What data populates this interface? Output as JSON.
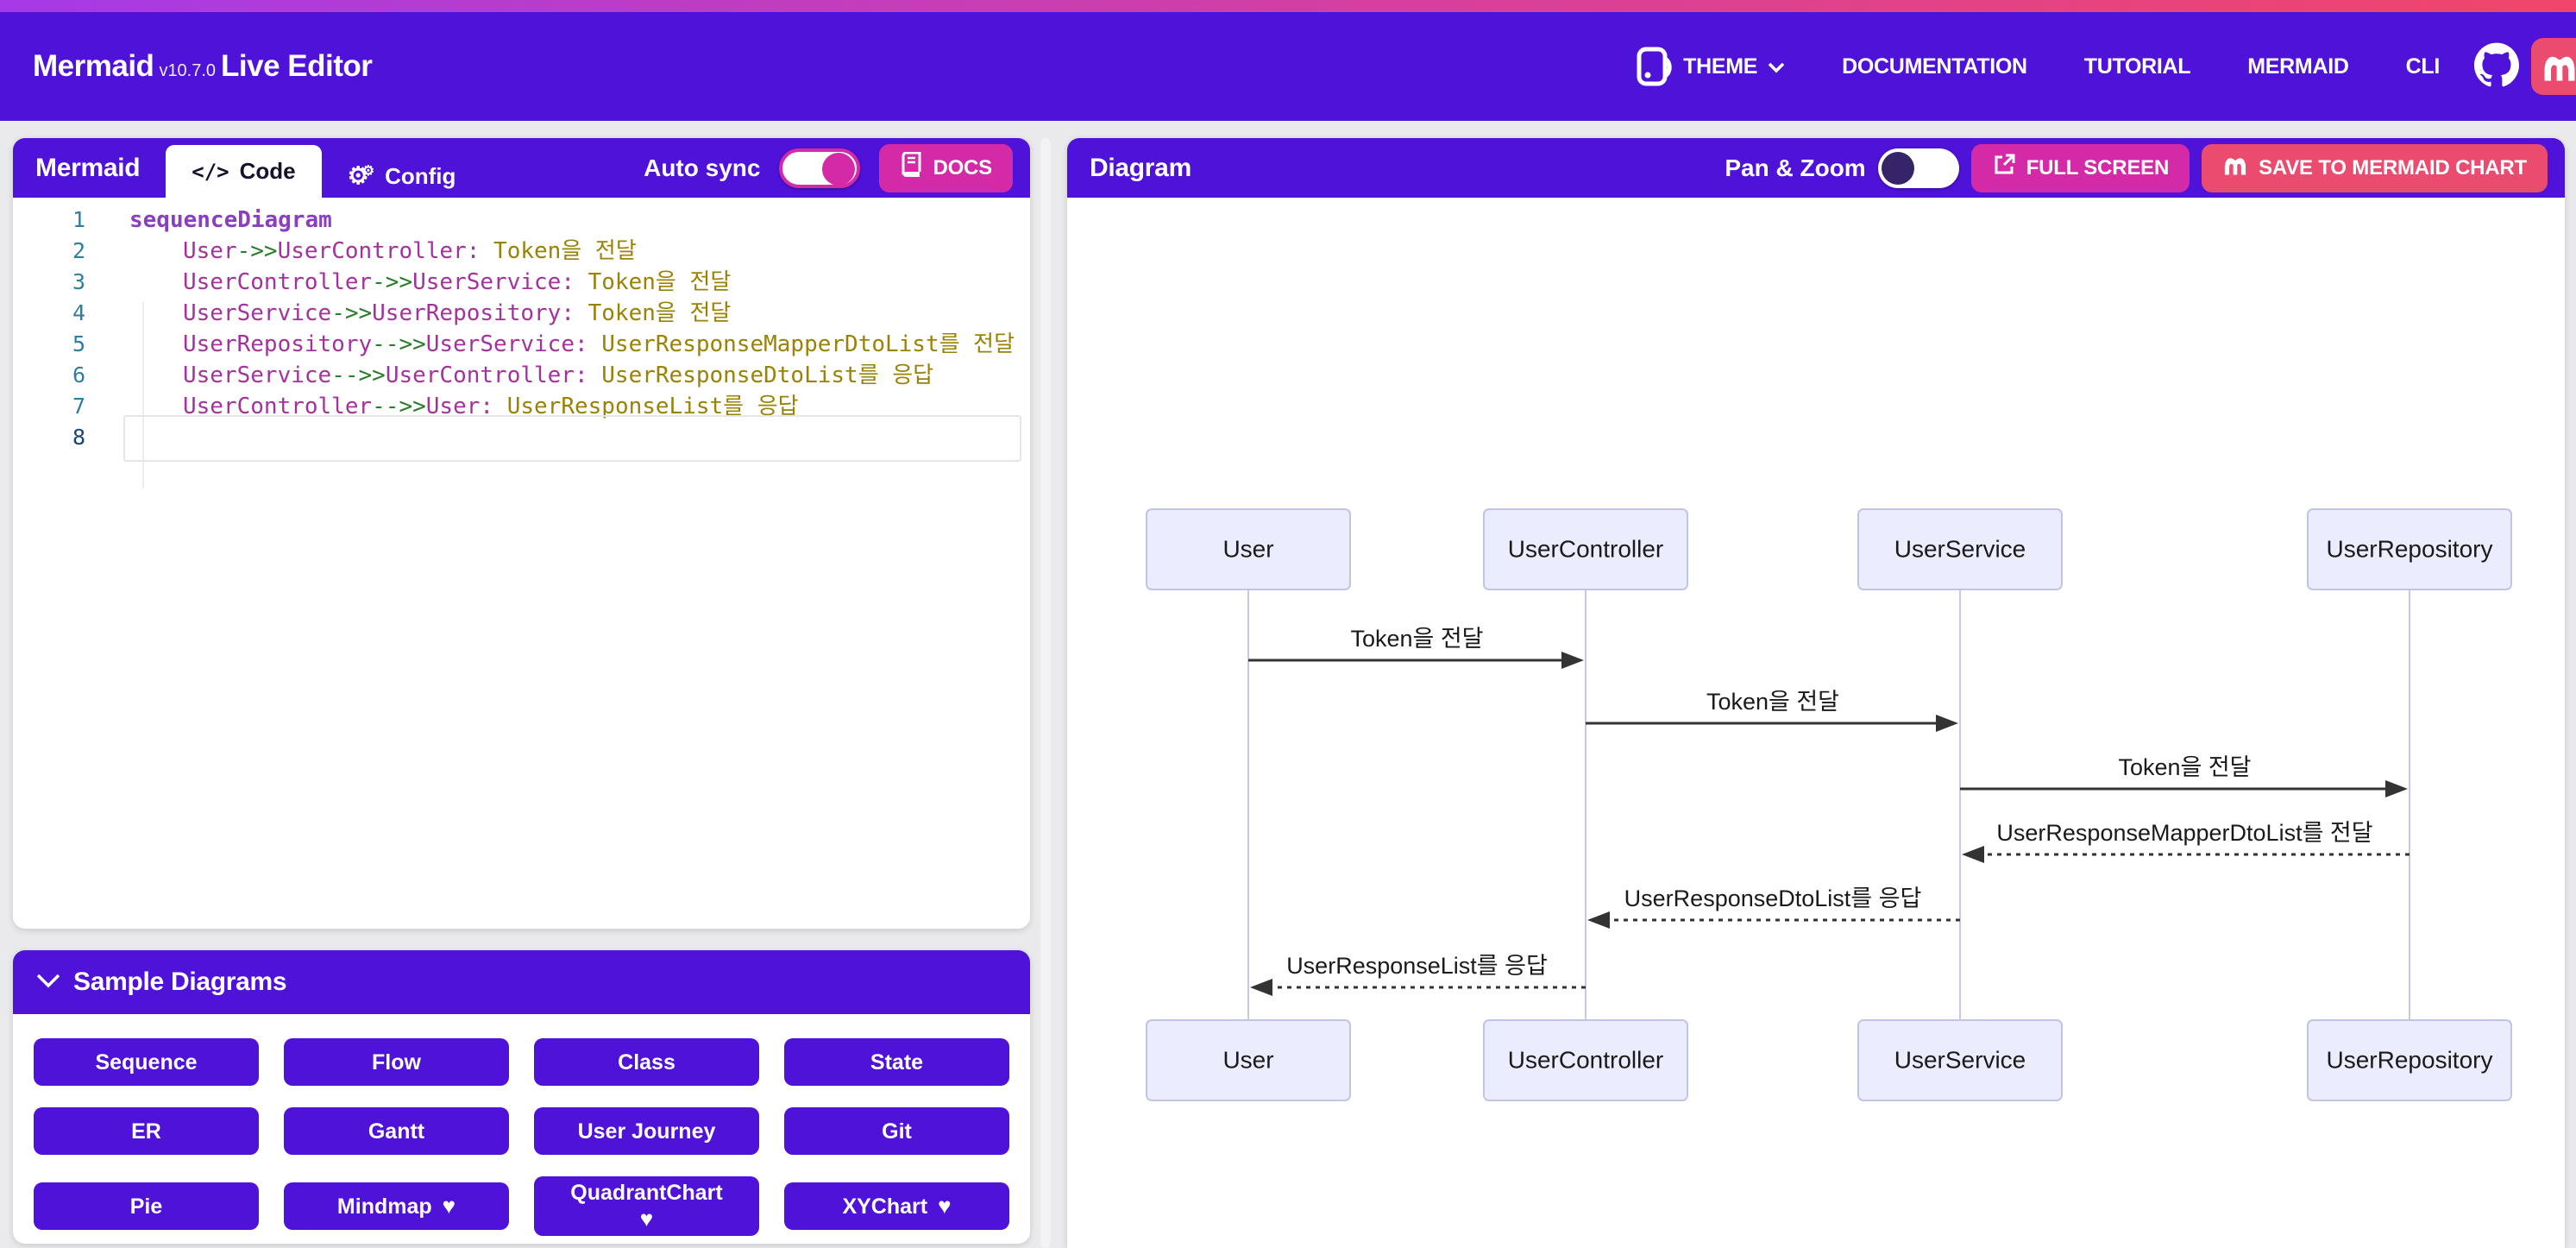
{
  "navbar": {
    "brand": {
      "name": "Mermaid",
      "version": "v10.7.0",
      "suffix": "Live Editor"
    },
    "links": [
      {
        "label": "THEME"
      },
      {
        "label": "DOCUMENTATION"
      },
      {
        "label": "TUTORIAL"
      },
      {
        "label": "MERMAID"
      },
      {
        "label": "CLI"
      }
    ]
  },
  "editor_panel": {
    "title": "Mermaid",
    "tabs": [
      {
        "label": "Code"
      },
      {
        "label": "Config"
      }
    ],
    "auto_sync": {
      "label": "Auto sync",
      "enabled": true
    },
    "docs_button_label": "DOCS",
    "code_lines": [
      {
        "num": 1,
        "indent": false,
        "current": false,
        "tokens": [
          {
            "type": "keyword",
            "text": "sequenceDiagram"
          }
        ]
      },
      {
        "num": 2,
        "indent": true,
        "current": false,
        "tokens": [
          {
            "type": "actor",
            "text": "User"
          },
          {
            "type": "arrow",
            "text": "->>"
          },
          {
            "type": "actor",
            "text": "UserController"
          },
          {
            "type": "punct",
            "text": ":"
          },
          {
            "type": "message",
            "text": " Token을 전달"
          }
        ]
      },
      {
        "num": 3,
        "indent": true,
        "current": false,
        "tokens": [
          {
            "type": "actor",
            "text": "UserController"
          },
          {
            "type": "arrow",
            "text": "->>"
          },
          {
            "type": "actor",
            "text": "UserService"
          },
          {
            "type": "punct",
            "text": ":"
          },
          {
            "type": "message",
            "text": " Token을 전달"
          }
        ]
      },
      {
        "num": 4,
        "indent": true,
        "current": false,
        "tokens": [
          {
            "type": "actor",
            "text": "UserService"
          },
          {
            "type": "arrow",
            "text": "->>"
          },
          {
            "type": "actor",
            "text": "UserRepository"
          },
          {
            "type": "punct",
            "text": ":"
          },
          {
            "type": "message",
            "text": " Token을 전달"
          }
        ]
      },
      {
        "num": 5,
        "indent": true,
        "current": false,
        "tokens": [
          {
            "type": "actor",
            "text": "UserRepository"
          },
          {
            "type": "arrow",
            "text": "-->>"
          },
          {
            "type": "actor",
            "text": "UserService"
          },
          {
            "type": "punct",
            "text": ":"
          },
          {
            "type": "message",
            "text": " UserResponseMapperDtoList를 전달"
          }
        ]
      },
      {
        "num": 6,
        "indent": true,
        "current": false,
        "tokens": [
          {
            "type": "actor",
            "text": "UserService"
          },
          {
            "type": "arrow",
            "text": "-->>"
          },
          {
            "type": "actor",
            "text": "UserController"
          },
          {
            "type": "punct",
            "text": ":"
          },
          {
            "type": "message",
            "text": " UserResponseDtoList를 응답"
          }
        ]
      },
      {
        "num": 7,
        "indent": true,
        "current": false,
        "tokens": [
          {
            "type": "actor",
            "text": "UserController"
          },
          {
            "type": "arrow",
            "text": "-->>"
          },
          {
            "type": "actor",
            "text": "User"
          },
          {
            "type": "punct",
            "text": ":"
          },
          {
            "type": "message",
            "text": " UserResponseList를 응답"
          }
        ]
      },
      {
        "num": 8,
        "indent": true,
        "current": true,
        "tokens": []
      }
    ]
  },
  "samples": {
    "title": "Sample Diagrams",
    "buttons": [
      {
        "label": "Sequence",
        "heart": false
      },
      {
        "label": "Flow",
        "heart": false
      },
      {
        "label": "Class",
        "heart": false
      },
      {
        "label": "State",
        "heart": false
      },
      {
        "label": "ER",
        "heart": false
      },
      {
        "label": "Gantt",
        "heart": false
      },
      {
        "label": "User Journey",
        "heart": false
      },
      {
        "label": "Git",
        "heart": false
      },
      {
        "label": "Pie",
        "heart": false
      },
      {
        "label": "Mindmap",
        "heart": true
      },
      {
        "label": "QuadrantChart",
        "heart": true
      },
      {
        "label": "XYChart",
        "heart": true
      }
    ]
  },
  "diagram_panel": {
    "title": "Diagram",
    "pan_zoom": {
      "label": "Pan & Zoom",
      "enabled": false
    },
    "fullscreen_button_label": "FULL SCREEN",
    "save_button_label": "SAVE TO MERMAID CHART",
    "sequence": {
      "actors": [
        "User",
        "UserController",
        "UserService",
        "UserRepository"
      ],
      "messages": [
        {
          "from": 0,
          "to": 1,
          "text": "Token을 전달",
          "style": "solid"
        },
        {
          "from": 1,
          "to": 2,
          "text": "Token을 전달",
          "style": "solid"
        },
        {
          "from": 2,
          "to": 3,
          "text": "Token을 전달",
          "style": "solid"
        },
        {
          "from": 3,
          "to": 2,
          "text": "UserResponseMapperDtoList를 전달",
          "style": "dotted"
        },
        {
          "from": 2,
          "to": 1,
          "text": "UserResponseDtoList를 응답",
          "style": "dotted"
        },
        {
          "from": 1,
          "to": 0,
          "text": "UserResponseList를 응답",
          "style": "dotted"
        }
      ]
    }
  },
  "colors": {
    "primary": "#4e12d9",
    "secondary_pink": "#d42aa8",
    "save_red": "#ea4b6e",
    "gradient_from": "#a63ae8",
    "gradient_to": "#f1466a",
    "actor_fill": "#ececff",
    "actor_border": "#c3c3e5",
    "code_keyword": "#8a3fc0",
    "code_actor": "#a4329e",
    "code_arrow": "#2a7d2a",
    "code_message": "#9a8207",
    "line_number": "#2d7ea0"
  }
}
